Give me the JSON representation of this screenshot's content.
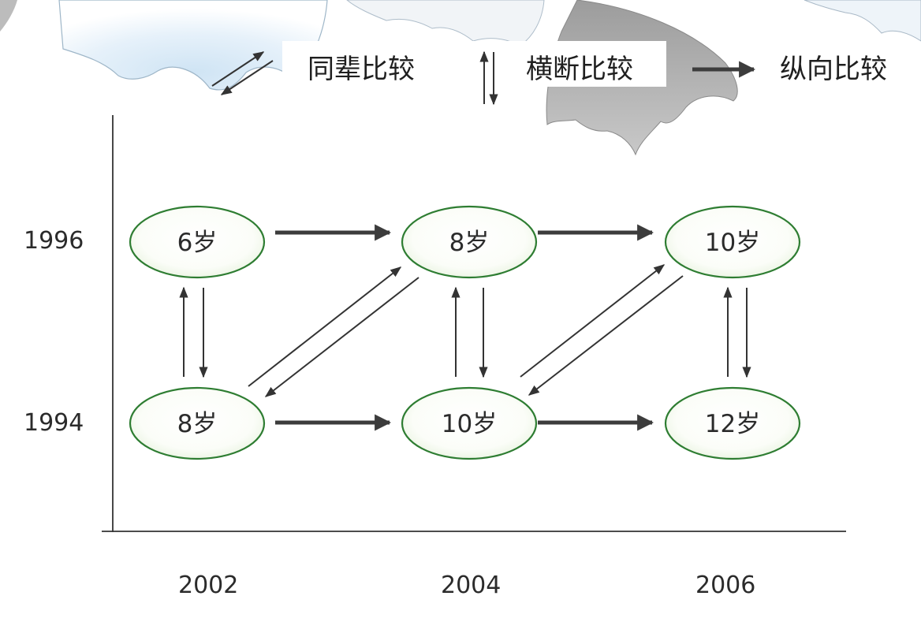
{
  "legend": {
    "cohort_label": "同辈比较",
    "cross_label": "横断比较",
    "longitudinal_label": "纵向比较"
  },
  "rows": {
    "top_year": "1996",
    "bottom_year": "1994"
  },
  "columns": {
    "col1_year": "2002",
    "col2_year": "2004",
    "col3_year": "2006"
  },
  "nodes": {
    "r1c1": "6岁",
    "r1c2": "8岁",
    "r1c3": "10岁",
    "r2c1": "8岁",
    "r2c2": "10岁",
    "r2c3": "12岁"
  },
  "colors": {
    "node_stroke": "#2e7d32",
    "node_fill_center": "#ffffff",
    "node_fill_edge": "#eef7e6",
    "thick_arrow": "#3c3c3c",
    "thin_arrow": "#333333",
    "axis": "#333333",
    "cloud_blue": "#d8e9f6",
    "umbrella_gray": "#b4b4b4"
  }
}
